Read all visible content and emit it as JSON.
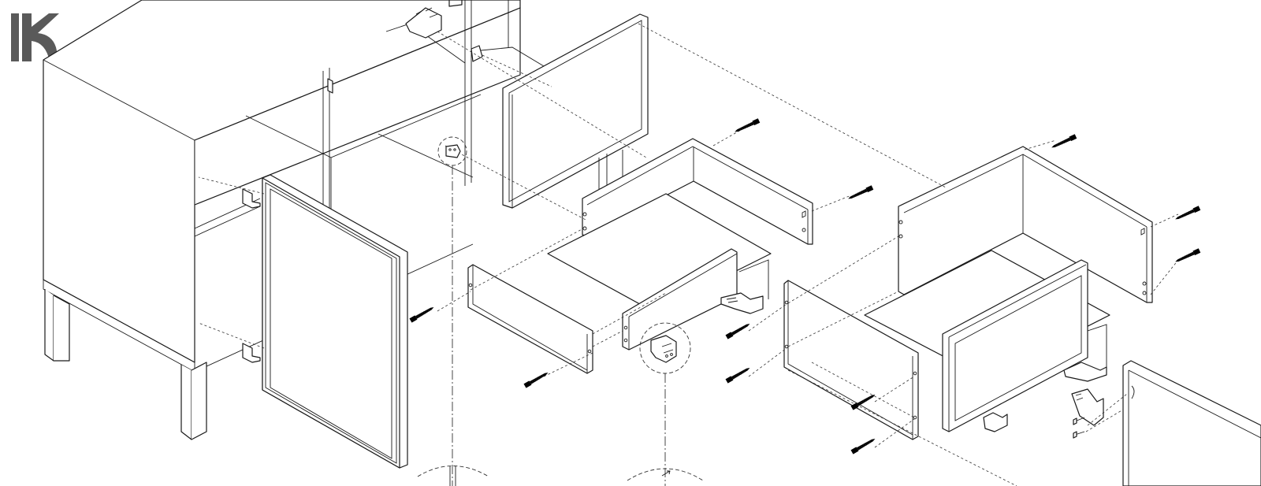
{
  "logo": {
    "name": "brand-logo",
    "color": "#5a5a5a"
  },
  "diagram": {
    "kind": "exploded furniture assembly drawing",
    "line_color": "#1a1a1a",
    "background": "#ffffff",
    "parts": [
      "cabinet-body",
      "cabinet-door-left",
      "cabinet-door-right",
      "drawer-1-frame",
      "drawer-1-front-panel",
      "drawer-1-side-panel",
      "drawer-2-frame",
      "drawer-2-front",
      "drawer-2-side-panel",
      "door-partial-right"
    ],
    "callouts": [
      "hinge-detail",
      "runner-detail"
    ]
  }
}
